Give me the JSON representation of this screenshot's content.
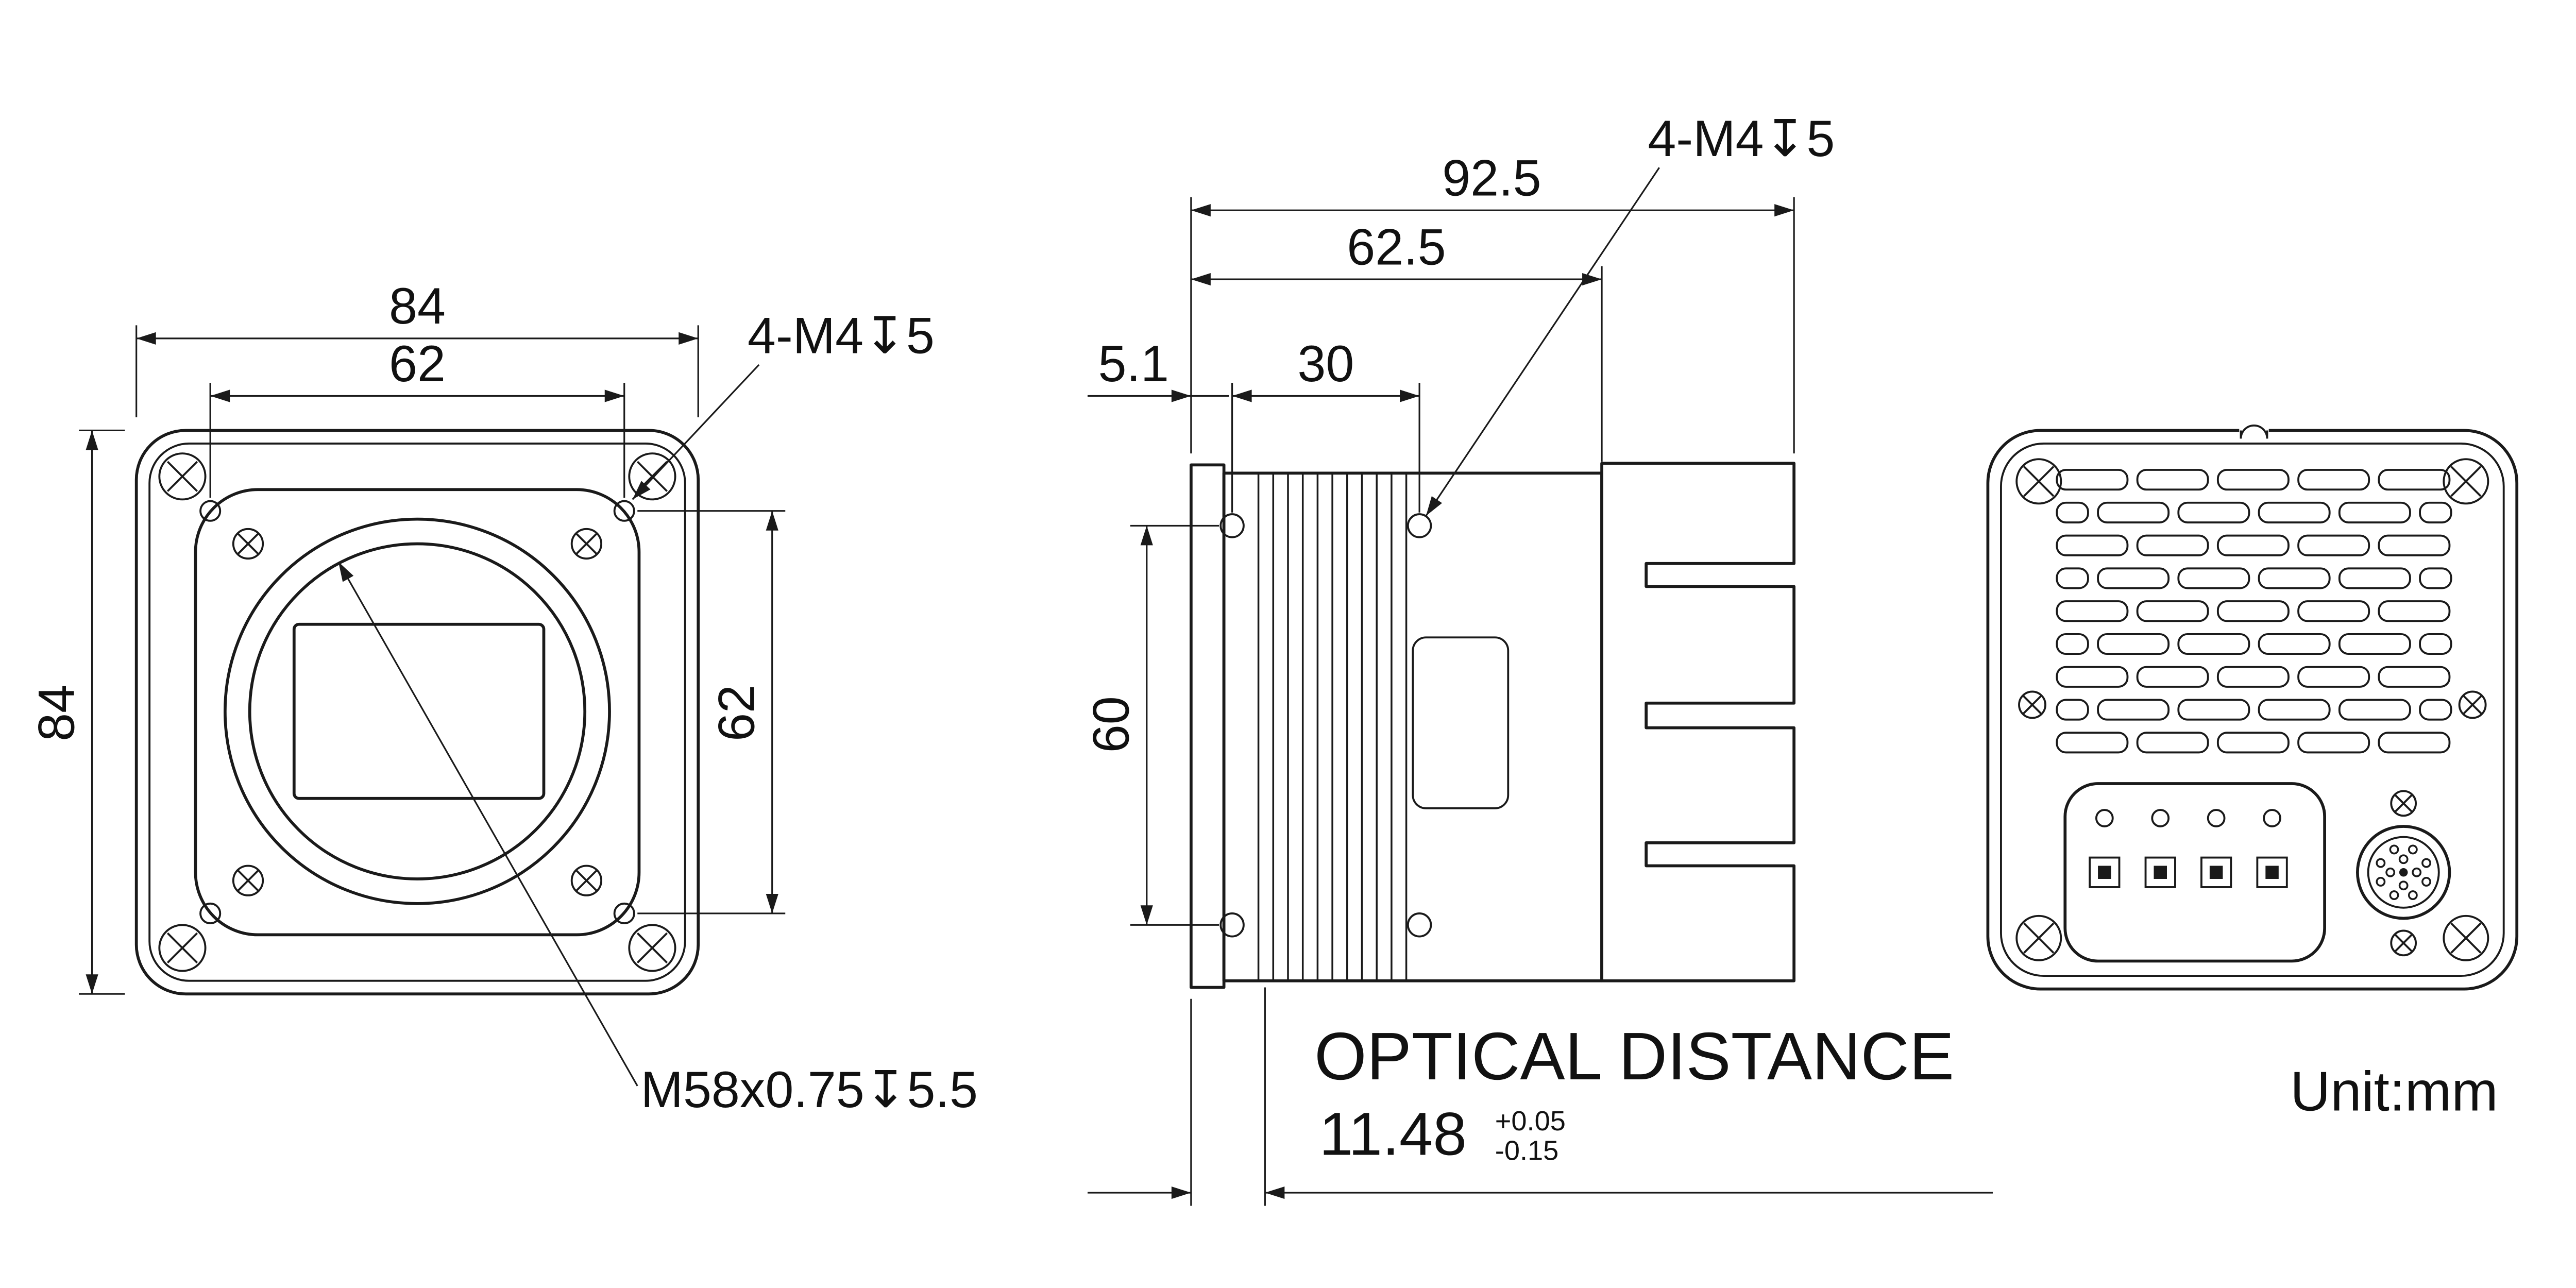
{
  "drawing": {
    "unit_label": "Unit:mm",
    "front_view": {
      "dim_top_outer": "84",
      "dim_top_inner": "62",
      "dim_left": "84",
      "dim_right": "62",
      "hole_callout": "4-M4↧5",
      "lens_callout": "M58x0.75↧5.5"
    },
    "side_view": {
      "dim_overall_length": "92.5",
      "dim_body_length": "62.5",
      "dim_front_offset": "5.1",
      "dim_hole_offset": "30",
      "dim_hole_spacing": "60",
      "hole_callout": "4-M4↧5",
      "optical": {
        "label": "OPTICAL DISTANCE",
        "value": "11.48",
        "tol_upper": "+0.05",
        "tol_lower": "-0.15"
      }
    }
  }
}
